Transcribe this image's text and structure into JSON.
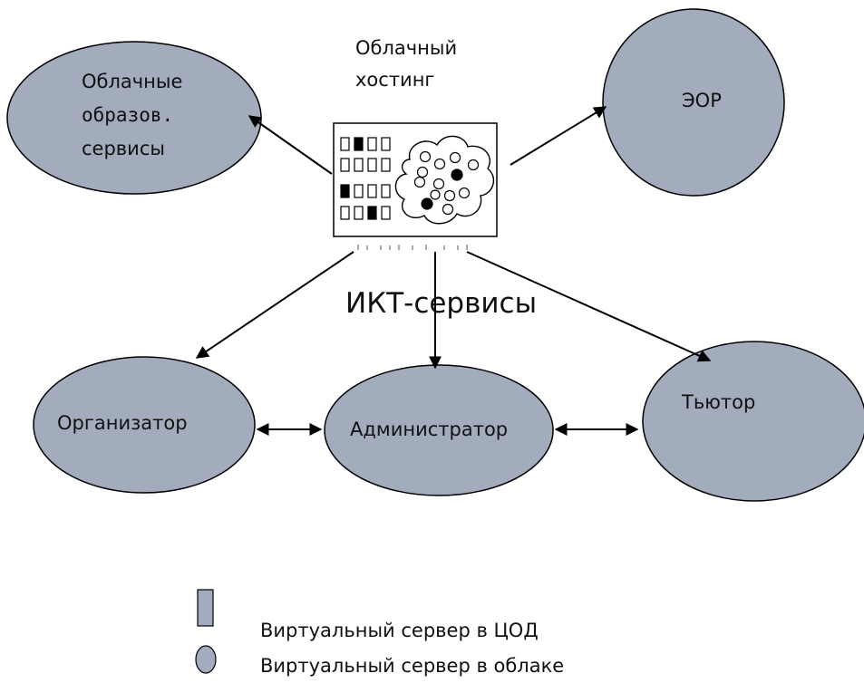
{
  "nodes": {
    "cloud_services": {
      "line1": "Облачные",
      "line2": "образов.",
      "line3": "сервисы"
    },
    "eor": {
      "label": "ЭОР"
    },
    "organizer": {
      "label": "Организатор"
    },
    "administrator": {
      "label": "Администратор"
    },
    "tutor": {
      "label": "Тьютор"
    }
  },
  "hub": {
    "caption_line1": "Облачный",
    "caption_line2": "хостинг"
  },
  "center_label": "ИКТ-сервисы",
  "legend": {
    "rect_label": "Виртуальный сервер в ЦОД",
    "circle_label": "Виртуальный сервер в облаке"
  },
  "colors": {
    "node_fill": "#a2acbc",
    "stroke": "#000000"
  }
}
